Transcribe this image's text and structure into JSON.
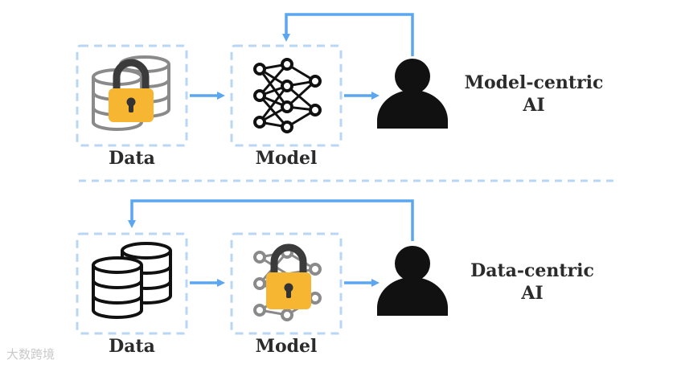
{
  "top_row": {
    "data_label": "Data",
    "model_label": "Model",
    "side_label_line1": "Model-centric",
    "side_label_line2": "AI"
  },
  "bottom_row": {
    "data_label": "Data",
    "model_label": "Model",
    "side_label_line1": "Data-centric",
    "side_label_line2": "AI"
  },
  "watermark": "大数跨境",
  "colors": {
    "arrow": "#5aa6f0",
    "box_border": "#b9d6f5",
    "lock_body": "#f6b632",
    "lock_shackle": "#3b3b3b",
    "grey_icon": "#8a8a8a",
    "black_icon": "#111111"
  },
  "icons": {
    "top_data": "locked-database-icon",
    "top_model": "neural-network-icon",
    "top_user": "person-icon",
    "bottom_data": "database-icon",
    "bottom_model": "locked-neural-network-icon",
    "bottom_user": "person-icon"
  }
}
